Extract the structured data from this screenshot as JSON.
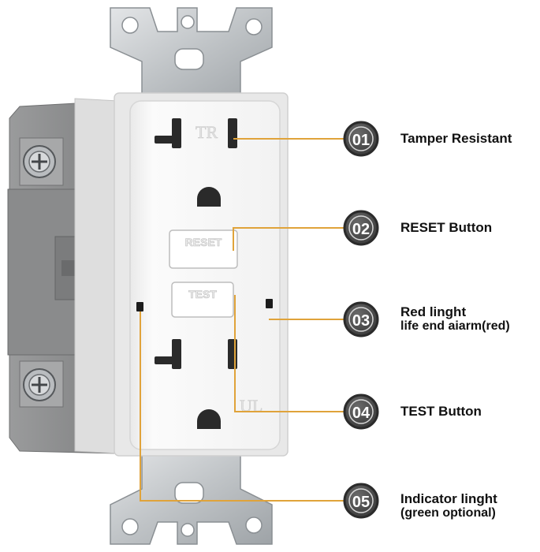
{
  "outlet": {
    "tr_mark": "TR",
    "reset_button_text": "RESET",
    "test_button_text": "TEST",
    "ul_mark": "UL"
  },
  "callouts": [
    {
      "number": "01",
      "lines": [
        "Tamper Resistant"
      ]
    },
    {
      "number": "02",
      "lines": [
        "RESET Button"
      ]
    },
    {
      "number": "03",
      "lines": [
        "Red linght",
        "life end aiarm(red)"
      ]
    },
    {
      "number": "04",
      "lines": [
        "TEST Button"
      ]
    },
    {
      "number": "05",
      "lines": [
        "Indicator linght",
        "(green optional)"
      ]
    }
  ],
  "colors": {
    "leader_line": "#e0a33a",
    "badge_fill": "#4a4a4a",
    "badge_ring": "#2b2b2b",
    "outlet_body": "#f4f4f4",
    "housing_gray": "#8f9091",
    "metal_strap": "#c9cccf"
  }
}
